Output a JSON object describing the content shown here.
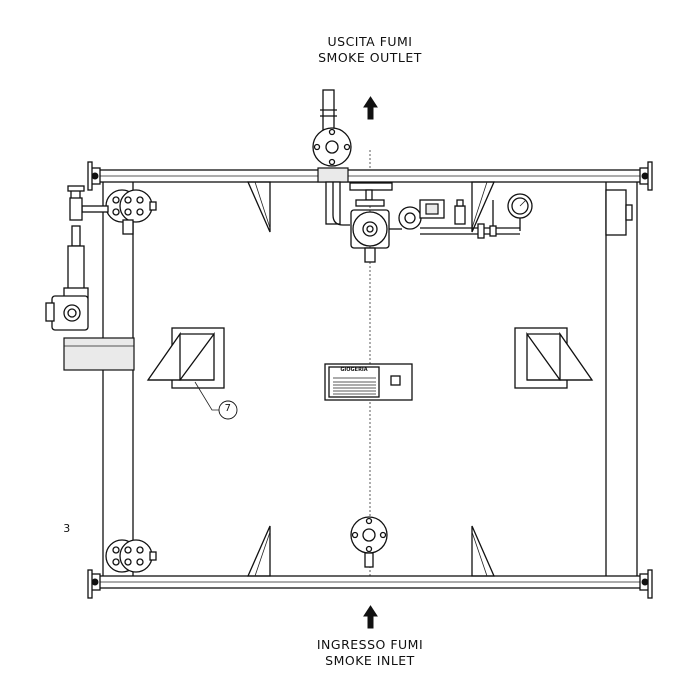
{
  "labels": {
    "outlet_it": "USCITA FUMI",
    "outlet_en": "SMOKE OUTLET",
    "inlet_it": "INGRESSO FUMI",
    "inlet_en": "SMOKE INLET",
    "item_callout": "7",
    "side_number": "3"
  },
  "nameplate": {
    "brand": "GIOGERIA"
  }
}
